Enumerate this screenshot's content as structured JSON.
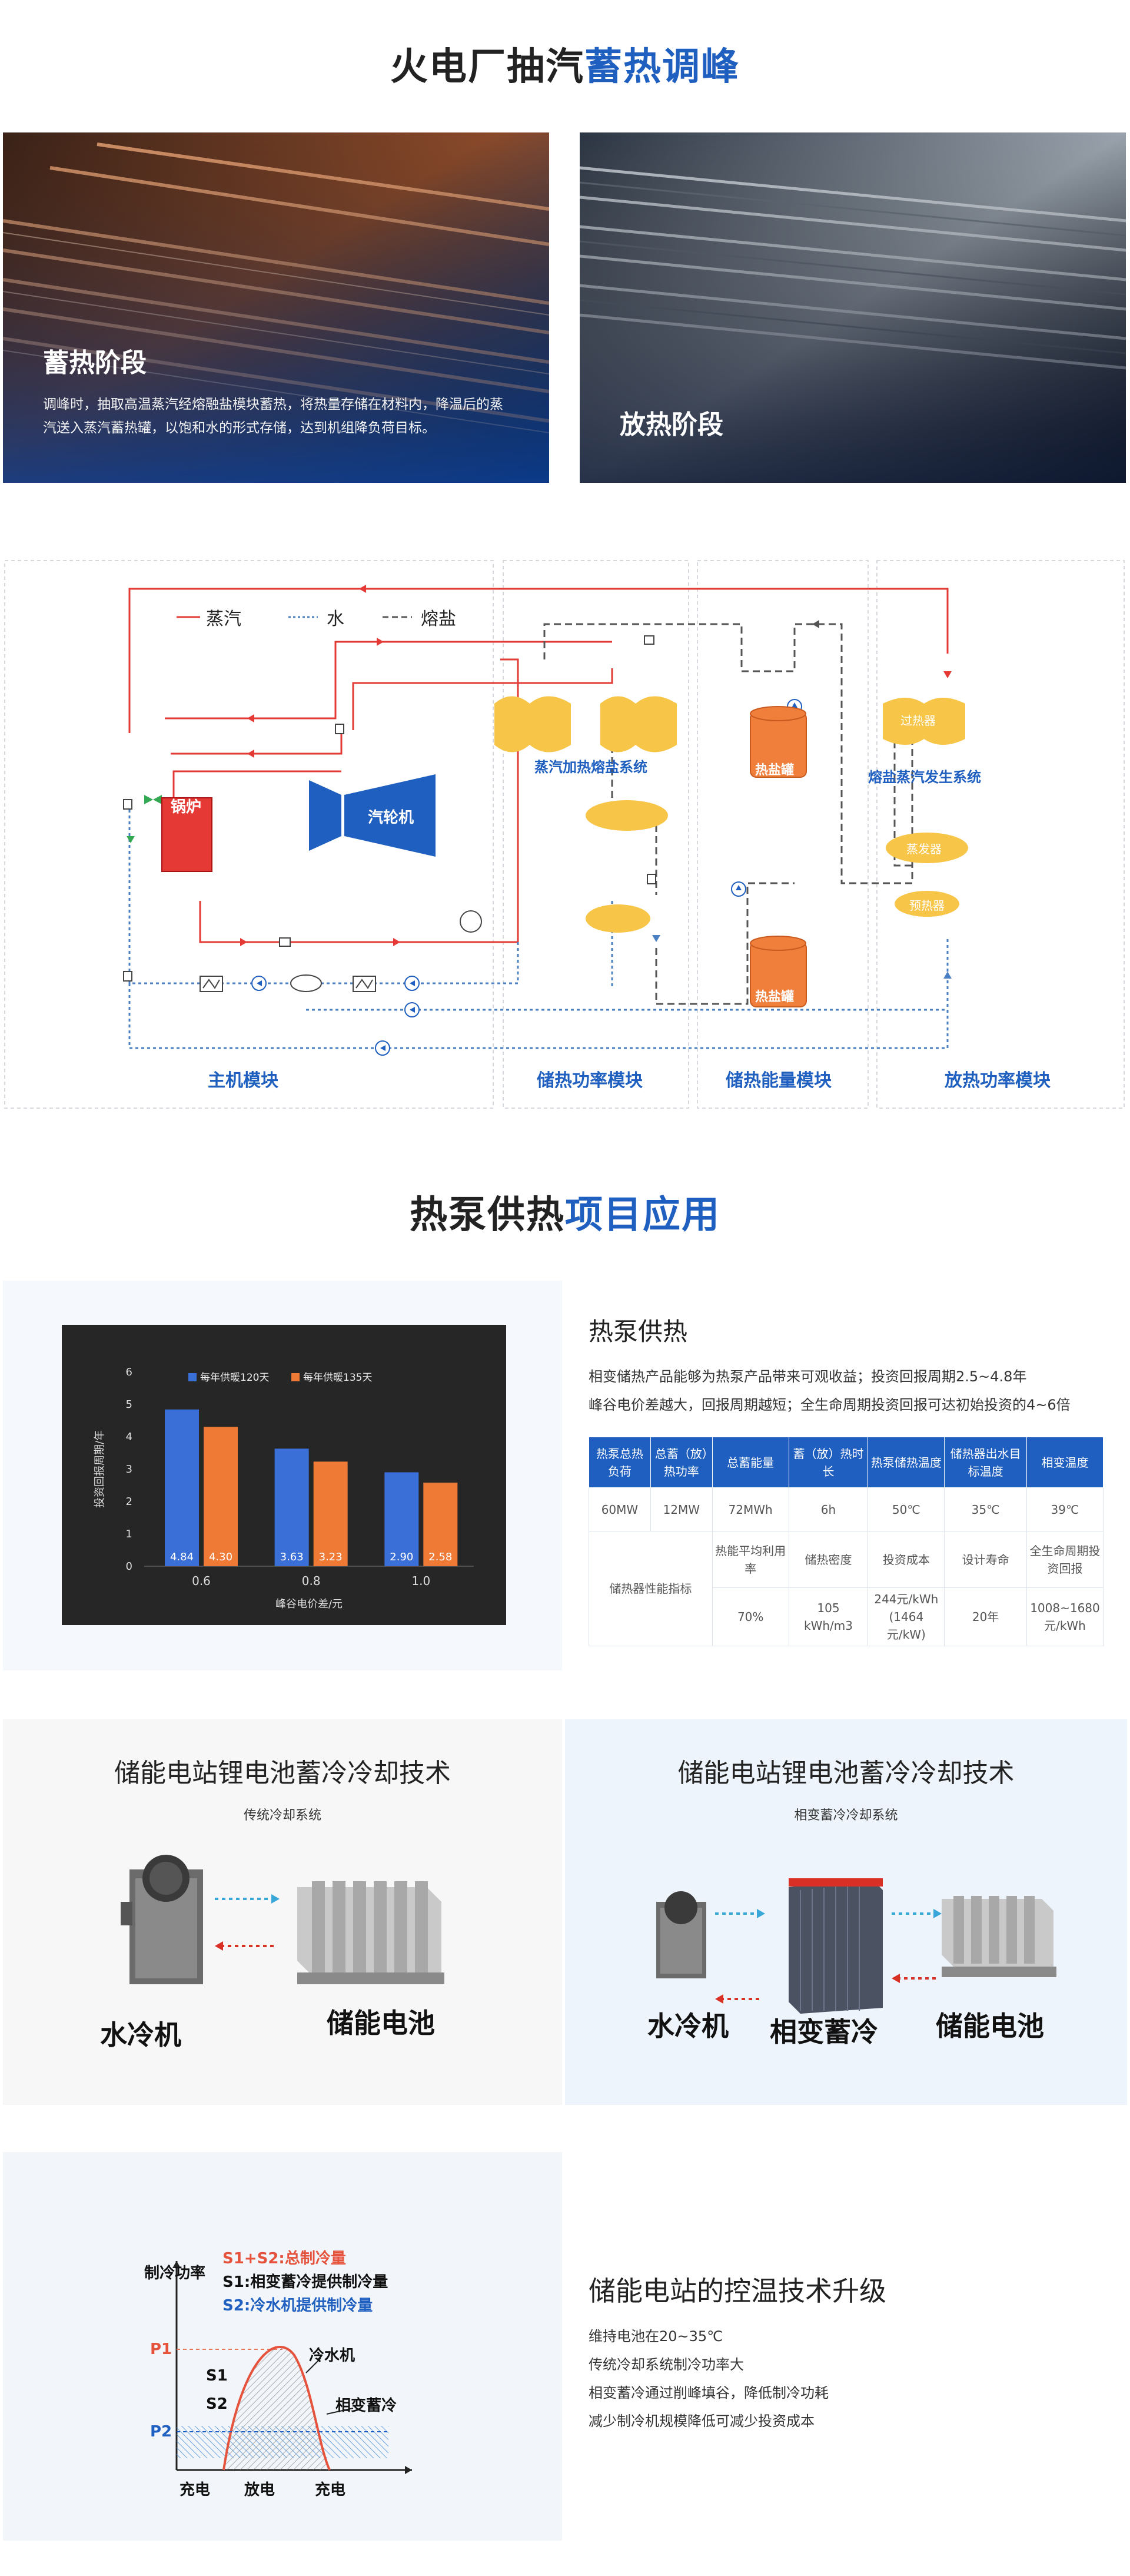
{
  "section1": {
    "title_plain": "火电厂抽汽",
    "title_accent": "蓄热调峰"
  },
  "storage_card": {
    "heading": "蓄热阶段",
    "desc": "调峰时，抽取高温蒸汽经熔融盐模块蓄热，将热量存储在材料内，降温后的蒸汽送入蒸汽蓄热罐，以饱和水的形式存储，达到机组降负荷目标。"
  },
  "release_card": {
    "heading": "放热阶段"
  },
  "diagram": {
    "legend": {
      "steam": "蒸汽",
      "water": "水",
      "salt": "熔盐"
    },
    "boiler": "锅炉",
    "turbine": "汽轮机",
    "steam_heat_salt": "蒸汽加热熔盐系统",
    "salt_tank_1": "热盐罐",
    "salt_tank_2": "热盐罐",
    "salt_steam_system": "熔盐蒸汽发生系统",
    "superheater": "过热器",
    "evaporator": "蒸发器",
    "preheater": "预热器",
    "modules": [
      "主机模块",
      "储热功率模块",
      "储热能量模块",
      "放热功率模块"
    ],
    "colors": {
      "steam": "#e53935",
      "water": "#4a7fc1",
      "salt": "#555555",
      "pad": "#f7c548",
      "tank": "#f07f3c",
      "blue": "#1f5fbf"
    }
  },
  "section2": {
    "title_plain": "热泵供热",
    "title_accent": "项目应用"
  },
  "heat_pump": {
    "title": "热泵供热",
    "line1": "相变储热产品能够为热泵产品带来可观收益；投资回报周期2.5~4.8年",
    "line2": "峰谷电价差越大，回报周期越短；全生命周期投资回报可达初始投资的4~6倍",
    "table": {
      "headers": [
        "热泵总热负荷",
        "总蓄（放）热功率",
        "总蓄能量",
        "蓄（放）热时长",
        "热泵储热温度",
        "储热器出水目标温度",
        "相变温度"
      ],
      "row1": [
        "60MW",
        "12MW",
        "72MWh",
        "6h",
        "50℃",
        "35℃",
        "39℃"
      ],
      "row_label": "储热器性能指标",
      "row2": [
        "热能平均利用率",
        "储热密度",
        "投资成本",
        "设计寿命",
        "全生命周期投资回报"
      ],
      "row3": [
        "70%",
        "105 kWh/m3",
        "244元/kWh (1464元/kW)",
        "20年",
        "1008~1680元/kWh"
      ]
    }
  },
  "chart_data": {
    "type": "bar",
    "categories": [
      "0.6",
      "0.8",
      "1.0"
    ],
    "series": [
      {
        "name": "每年供暖120天",
        "values": [
          4.84,
          3.63,
          2.9
        ],
        "color": "#3a6fd8"
      },
      {
        "name": "每年供暖135天",
        "values": [
          4.3,
          3.23,
          2.58
        ],
        "color": "#ee7a35"
      }
    ],
    "xlabel": "峰谷电价差/元",
    "ylabel": "投资回报周期/年",
    "ylim": [
      0,
      6
    ],
    "yticks": [
      "0",
      "1",
      "2",
      "3",
      "4",
      "5",
      "6"
    ],
    "legend": "top-left",
    "grid": false
  },
  "cooling_left": {
    "title": "储能电站锂电池蓄冷冷却技术",
    "subtitle": "传统冷却系统",
    "chiller": "水冷机",
    "battery": "储能电池"
  },
  "cooling_right": {
    "title": "储能电站锂电池蓄冷冷却技术",
    "subtitle": "相变蓄冷冷却系统",
    "chiller": "水冷机",
    "pcm": "相变蓄冷",
    "battery": "储能电池"
  },
  "temp_chart": {
    "ylabel": "制冷功率",
    "legend_total": "S1+S2:总制冷量",
    "legend_s1": "S1:相变蓄冷提供制冷量",
    "legend_s2": "S2:冷水机提供制冷量",
    "p1": "P1",
    "p2": "P2",
    "s1": "S1",
    "s2": "S2",
    "chiller": "冷水机",
    "pcm": "相变蓄冷",
    "x_labels": [
      "充电",
      "放电",
      "充电"
    ]
  },
  "temp_control": {
    "title": "储能电站的控温技术升级",
    "lines": [
      "维持电池在20~35℃",
      "传统冷却系统制冷功率大",
      "相变蓄冷通过削峰填谷，降低制冷功耗",
      "减少制冷机规模降低可减少投资成本"
    ]
  }
}
